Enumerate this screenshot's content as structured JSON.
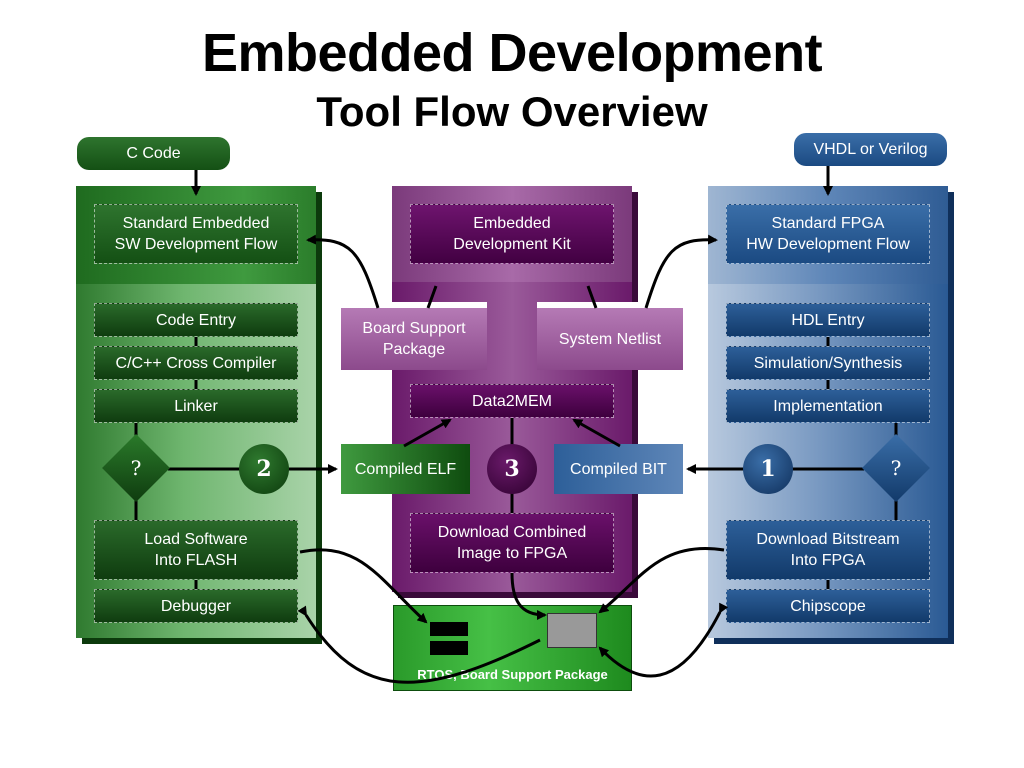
{
  "title": "Embedded Development",
  "subtitle": "Tool Flow Overview",
  "left": {
    "input_label": "C Code",
    "header": "Standard Embedded\nSW Development Flow",
    "steps": [
      "Code Entry",
      "C/C++ Cross Compiler",
      "Linker"
    ],
    "decision": "?",
    "step_number": "2",
    "load": "Load Software\nInto FLASH",
    "debugger": "Debugger",
    "color": "#1f6b1f"
  },
  "center": {
    "header": "Embedded\nDevelopment Kit",
    "bsp": "Board Support\nPackage",
    "netlist": "System Netlist",
    "data2mem": "Data2MEM",
    "compiled_elf": "Compiled ELF",
    "step_number": "3",
    "compiled_bit": "Compiled BIT",
    "download": "Download Combined\nImage to FPGA",
    "color": "#6a1a6a"
  },
  "right": {
    "input_label": "VHDL or Verilog",
    "header": "Standard FPGA\nHW Development Flow",
    "steps": [
      "HDL Entry",
      "Simulation/Synthesis",
      "Implementation"
    ],
    "decision": "?",
    "step_number": "1",
    "download": "Download Bitstream\nInto FPGA",
    "chipscope": "Chipscope",
    "color": "#2a5a94"
  },
  "board": {
    "label": "RTOS, Board Support Package",
    "color": "#1fa01f"
  }
}
